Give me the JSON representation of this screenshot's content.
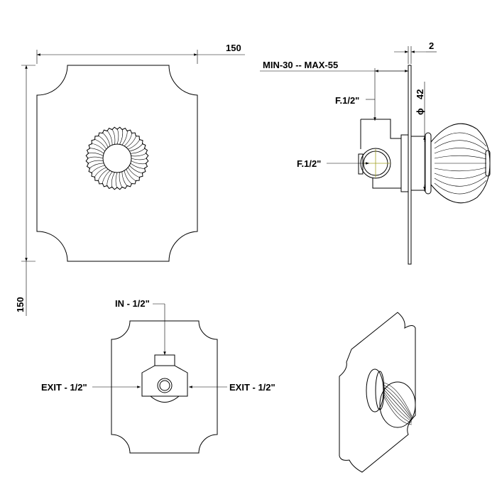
{
  "dimensions": {
    "front_width": "150",
    "front_height": "150",
    "plate_thickness": "2",
    "depth_range": "MIN-30 -- MAX-55",
    "diameter_symbol": "ϕ",
    "diameter": "42"
  },
  "side_view": {
    "top_connection": "F.1/2\"",
    "side_connection": "F.1/2\""
  },
  "bottom_view": {
    "inlet": "IN - 1/2\"",
    "exit_left": "EXIT - 1/2\"",
    "exit_right": "EXIT - 1/2\""
  },
  "colors": {
    "line": "#000000",
    "centerline": "#a0a020"
  }
}
